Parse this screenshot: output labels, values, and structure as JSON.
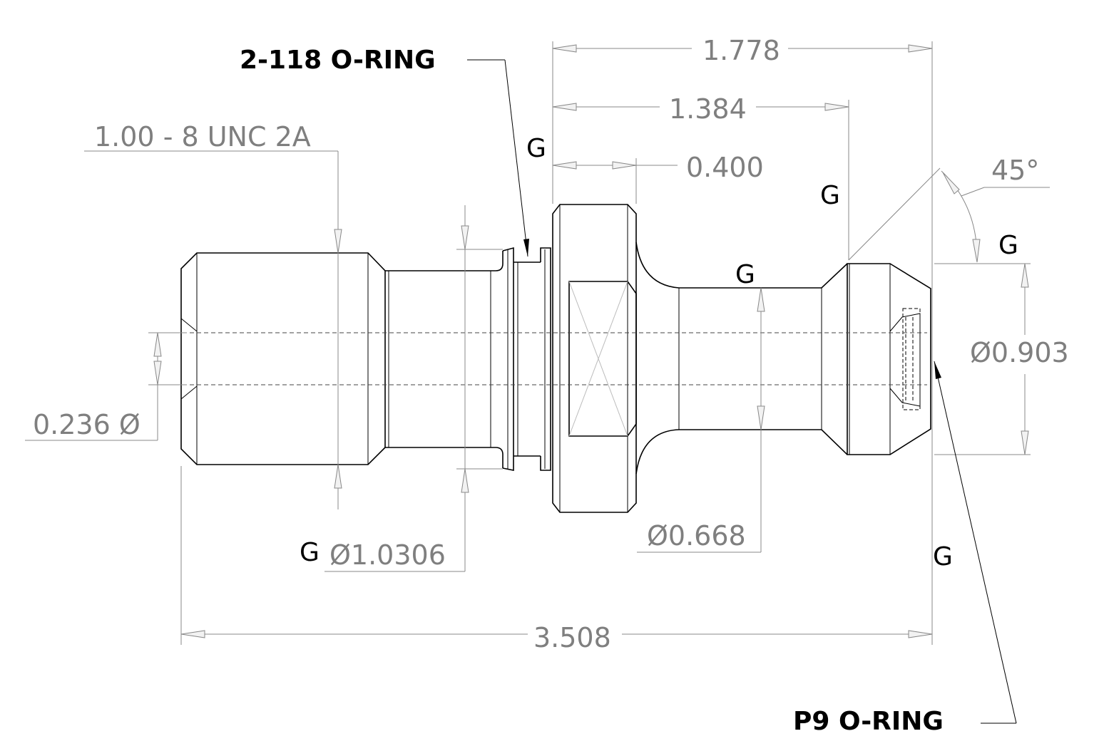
{
  "notes": {
    "oring_top": "2-118 O-RING",
    "oring_bottom": "P9 O-RING",
    "thread": "1.00 - 8 UNC 2A"
  },
  "dimensions": {
    "overall_top": "1.778",
    "blue_length": "1.384",
    "flange_width": "0.400",
    "angle": "45°",
    "nose_diameter": "Ø0.903",
    "bore_diameter": "0.236 Ø",
    "groove_diameter": "Ø1.0306",
    "neck_diameter": "Ø0.668",
    "overall_length": "3.508"
  },
  "g_marks": {
    "g1": "G",
    "g2": "G",
    "g3": "G",
    "g4": "G",
    "g5": "G",
    "g6": "G"
  },
  "colors": {
    "blue_dim": "#0000cc",
    "red_dim": "#e00000",
    "green_dim": "#119911",
    "gray_dim": "#7f7f7f"
  }
}
